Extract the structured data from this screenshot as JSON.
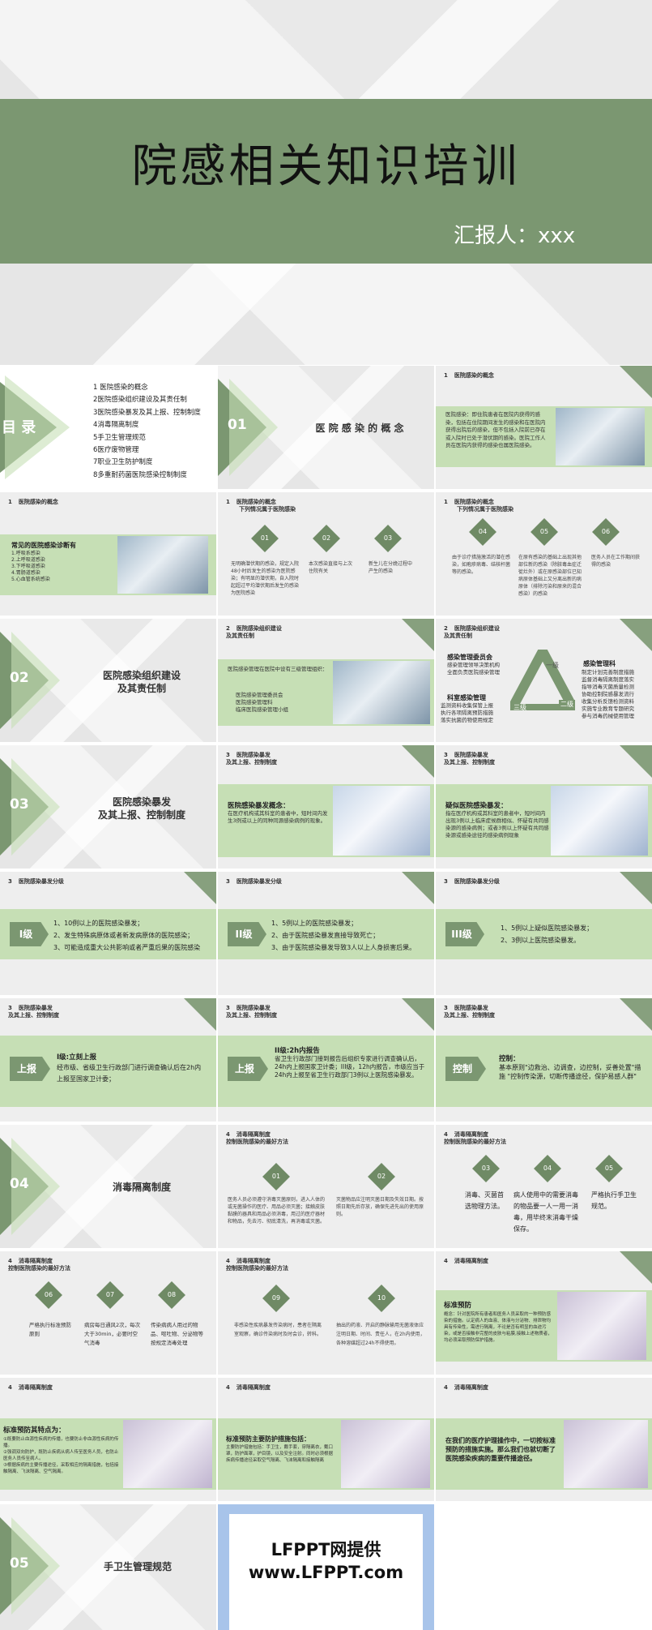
{
  "cover": {
    "title": "院感相关知识培训",
    "reporter": "汇报人：xxx"
  },
  "toc": {
    "label": "目 录",
    "items": [
      "1 医院感染的概念",
      "2医院感染组织建设及其责任制",
      "3医院感染暴发及其上报、控制制度",
      "4消毒隔离制度",
      "5手卫生管理规范",
      "6医疗废物管理",
      "7职业卫生防护制度",
      "8多重耐药菌医院感染控制制度"
    ]
  },
  "sec01": {
    "num": "01",
    "title": "医 院 感 染 的 概 念"
  },
  "concept": {
    "hdr_num": "1",
    "hdr": "医院感染的概念",
    "text": "医院感染：即住院患者在医院内获得的感染，包括在住院期间发生的感染和在医院内获得出院后的感染，但不包括入院前已存在或入院时已处于潜伏期的感染。医院工作人员在医院内获得的感染也属医院感染。"
  },
  "common": {
    "hdr_num": "1",
    "hdr": "医院感染的概念",
    "title": "常见的医院感染诊断有",
    "items": [
      "1.呼吸系感染",
      "2.上呼吸道感染",
      "3.下呼吸道感染",
      "4.胃肠道感染",
      "5.心血管系统感染"
    ]
  },
  "belong1": {
    "hdr_num": "1",
    "hdr": "医院感染的概念",
    "sub": "下列情况属于医院感染",
    "nums": [
      "01",
      "02",
      "03"
    ],
    "texts": [
      "无明确潜伏期的感染，规定入院48小时后发生的感染为医院感染；有明显的潜伏期，自入院时起超过平均潜伏期后发生的感染为医院感染",
      "本次感染直接与上次住院有关",
      "新生儿在分娩过程中产生的感染"
    ]
  },
  "belong2": {
    "hdr_num": "1",
    "hdr": "医院感染的概念",
    "sub": "下列情况属于医院感染",
    "nums": [
      "04",
      "05",
      "06"
    ],
    "texts": [
      "由于诊疗措施激活的潜在感染，如疱疹病毒、结核杆菌等的感染。",
      "在原有感染的基础上出现其他部位新的感染（除脓毒血症迁徙灶外）或在原感染部位已知病原体基础上又分离出新的病原体（排除污染和原来的混合感染）的感染",
      "医务人员在工作期间获得的感染"
    ]
  },
  "sec02": {
    "num": "02",
    "title": "医院感染组织建设\n及其责任制"
  },
  "org": {
    "hdr_num": "2",
    "hdr": "医院感染组织建设\n及其责任制",
    "text": "医院感染管理在医院中设有三级管理组织：",
    "items": [
      "医院感染管理委员会",
      "医院感染管理科",
      "临床医院感染管理小组"
    ]
  },
  "org2": {
    "hdr_num": "2",
    "hdr": "医院感染组织建设\n及其责任制",
    "a_title": "感染管理委员会",
    "a_text": "感染管理领导决策机构\n全面负责医院感染管理",
    "b_title": "科室感染管理",
    "b_text": "监测资料收集保管上报\n执行各项隔离预防措施\n落实抗菌药物使用规定",
    "c_title": "感染管理科",
    "c_text": "制定计划完善制度措施\n监督消毒隔离制度落实\n指导消毒灭菌质量检测\n协助控制院感暴发流行\n收集分析反馈检测资料\n实施专业教育专题研究\n参与消毒药械使用管理",
    "levels": [
      "一级",
      "二级",
      "三级"
    ]
  },
  "sec03": {
    "num": "03",
    "title": "医院感染暴发\n及其上报、控制制度"
  },
  "outbreak": {
    "hdr_num": "3",
    "hdr": "医院感染暴发\n及其上报、控制制度",
    "title": "医院感染暴发概念：",
    "text": "在医疗机构或其科室的患者中，短时间内发生3例或以上的同种同源感染病例的现象。"
  },
  "suspect": {
    "hdr_num": "3",
    "hdr": "医院感染暴发\n及其上报、控制制度",
    "title": "疑似医院感染暴发：",
    "text": "指在医疗机构或其科室的患者中，短时间内出现3例以上临床症候群相似、怀疑有共同感染源的感染病例；或者3例以上怀疑有共同感染源或感染途径的感染病例现象"
  },
  "levels": [
    {
      "hdr": "医院感染暴发分级",
      "hdr_num": "3",
      "lv": "I级",
      "items": [
        "1、10例以上的医院感染暴发；",
        "2、发生特殊病原体或者新发病原体的医院感染；",
        "3、可能造成重大公共影响或者严重后果的医院感染"
      ]
    },
    {
      "hdr": "医院感染暴发分级",
      "hdr_num": "3",
      "lv": "II级",
      "items": [
        "1、5例以上的医院感染暴发；",
        "2、由于医院感染暴发直接导致死亡；",
        "3、由于医院感染暴发导致3人以上人身损害后果。"
      ]
    },
    {
      "hdr": "医院感染暴发分级",
      "hdr_num": "3",
      "lv": "III级",
      "items": [
        "1、5例以上疑似医院感染暴发；",
        "2、3例以上医院感染暴发。"
      ]
    }
  ],
  "reports": [
    {
      "hdr_num": "3",
      "hdr": "医院感染暴发\n及其上报、控制制度",
      "lv": "上报",
      "title": "I级:立刻上报",
      "text": "经市级、省级卫生行政部门进行调查确认后在2h内上报至国家卫计委；"
    },
    {
      "hdr_num": "3",
      "hdr": "医院感染暴发\n及其上报、控制制度",
      "lv": "上报",
      "title": "II级:2h内报告",
      "text": "省卫生行政部门接到报告后组织专家进行调查确认后，24h内上报国家卫计委；III级，12h内报告，市级应当于24h内上报至省卫生行政部门3例以上医院感染暴发。"
    },
    {
      "hdr_num": "3",
      "hdr": "医院感染暴发\n及其上报、控制制度",
      "lv": "控制",
      "title": "控制：",
      "text": "基本原则\"边救治、边调查，边控制，妥善处置\"措施 \"控制传染源，切断传播途径，保护易感人群\""
    }
  ],
  "sec04": {
    "num": "04",
    "title": "消毒隔离制度"
  },
  "iso1": {
    "hdr_num": "4",
    "hdr": "消毒隔离制度\n控制医院感染的最好方法",
    "nums": [
      "01",
      "02"
    ],
    "texts": [
      "医务人员必须遵守消毒灭菌原则，进入人体的或无菌操作的医疗、用品必须灭菌；接触皮肤黏膜的器具和用品必须消毒，用过的医疗器材和物品，先去污、彻底清洗，再消毒或灭菌。",
      "灭菌物品应注明灭菌日期及失效日期。按照日期先后存放，确保先进先出的使用原则。"
    ]
  },
  "iso2": {
    "hdr_num": "4",
    "hdr": "消毒隔离制度\n控制医院感染的最好方法",
    "nums": [
      "03",
      "04",
      "05"
    ],
    "texts": [
      "消毒、灭菌首选物理方法。",
      "病人使用中的需要消毒的物品要一人一用一消毒，用毕终末消毒干燥保存。",
      "严格执行手卫生规范。"
    ]
  },
  "iso3": {
    "hdr_num": "4",
    "hdr": "消毒隔离制度\n控制医院感染的最好方法",
    "nums": [
      "06",
      "07",
      "08"
    ],
    "texts": [
      "严格执行标准预防原则",
      "病房每日通风2次，每次大于30min，必要时空气消毒",
      "传染病病人用过的物品、呕吐物、分泌物等按规定消毒处理"
    ]
  },
  "iso4": {
    "hdr_num": "4",
    "hdr": "消毒隔离制度\n控制医院感染的最好方法",
    "nums": [
      "09",
      "10"
    ],
    "texts": [
      "非感染性疾病暴发传染病时，患者在隔离室观察，确诊传染病时及时会诊，转科。",
      "抽出的药液、开启的静脉输用无菌液体应注明日期、时间、责任人，在2h内使用，各种溶媒超过24h不得使用。"
    ]
  },
  "std1": {
    "hdr_num": "4",
    "hdr": "消毒隔离制度",
    "title": "标准预防",
    "text": "概念：针对医院所有患者和医务人员采取的一种预防感染的措施。认定病人的血液、体液与分泌物、排泄物均具有传染性，需进行隔离，不论是否有明显的血迹污染，或是否接触非完整的皮肤与粘膜,接触上述物质者，均必须采取预防保护措施。"
  },
  "std2": {
    "hdr_num": "4",
    "hdr": "消毒隔离制度",
    "title": "标准预防其特点为：",
    "text": "①既要防止血源性疾病的传播，也要防止非血源性疾病的传播。\n②强调双向防护，既防止疾病从病人传至医务人员，也防止医务人员传至病人。\n③根据疾病的主要传播途径，采取相应的隔离措施，包括接触隔离、飞沫隔离、空气隔离。"
  },
  "std3": {
    "hdr_num": "4",
    "hdr": "消毒隔离制度",
    "title": "标准预防主要防护措施包括：",
    "text": "主要防护措施包括：手卫生，戴手套，穿隔离衣，戴口罩，防护面罩，护目镜，以及安全注射。同时必须根据疾病传播途径采取空气隔离、飞沫隔离和接触隔离"
  },
  "std4": {
    "hdr_num": "4",
    "hdr": "消毒隔离制度",
    "text": "在我们的医疗护理操作中，一切按标准预防的措施实施。那么我们也就切断了医院感染疾病的重要传播途径。"
  },
  "sec05": {
    "num": "05",
    "title": "手卫生管理规范"
  },
  "promo": {
    "line1": "LFPPT网提供",
    "line2": "www.LFPPT.com"
  },
  "colors": {
    "dark": "#7b9771",
    "light": "#c6dfb5",
    "bg": "#eeeeee"
  }
}
